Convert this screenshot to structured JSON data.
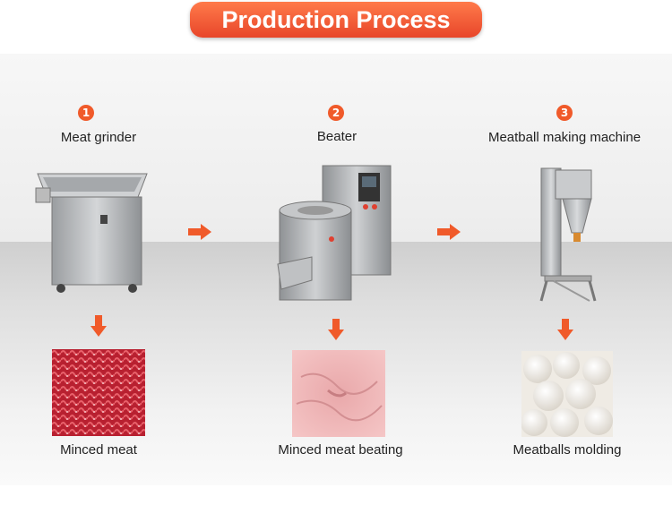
{
  "title": "Production Process",
  "colors": {
    "accent": "#f05a2a",
    "steel": "#b9bcbf"
  },
  "steps": [
    {
      "number": "1",
      "name": "Meat grinder",
      "product": "Minced meat",
      "machine_icon": "meat-grinder-icon",
      "product_icon": "minced-meat-image"
    },
    {
      "number": "2",
      "name": "Beater",
      "product": "Minced meat beating",
      "machine_icon": "beater-machine-icon",
      "product_icon": "beaten-meat-image"
    },
    {
      "number": "3",
      "name": "Meatball making machine",
      "product": "Meatballs molding",
      "machine_icon": "meatball-machine-icon",
      "product_icon": "meatballs-image"
    }
  ]
}
